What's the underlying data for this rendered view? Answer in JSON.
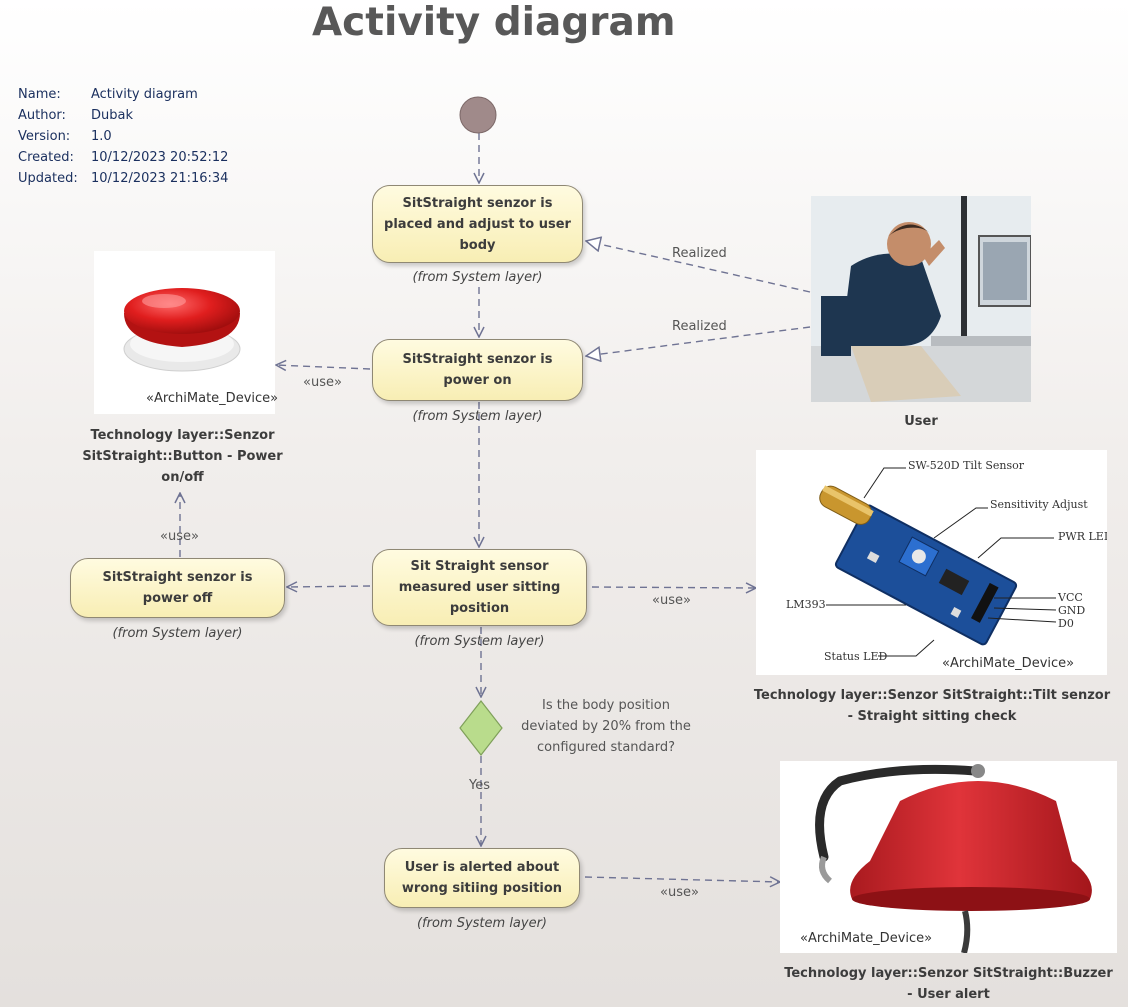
{
  "title": "Activity diagram",
  "meta": [
    {
      "key": "Name:",
      "value": "Activity diagram"
    },
    {
      "key": "Author:",
      "value": "Dubak"
    },
    {
      "key": "Version:",
      "value": "1.0"
    },
    {
      "key": "Created:",
      "value": "10/12/2023 20:52:12"
    },
    {
      "key": "Updated:",
      "value": "10/12/2023 21:16:34"
    }
  ],
  "activities": {
    "placed": "SitStraight senzor is placed and adjust to user body",
    "power_on": "SitStraight senzor is power on",
    "measured": "Sit Straight sensor measured user sitting position",
    "power_off": "SitStraight senzor is power off",
    "alerted": "User is alerted about wrong sitiing position"
  },
  "from_label": "(from System layer)",
  "relations": {
    "realized": "Realized",
    "use": "«use»",
    "yes": "Yes"
  },
  "decision_question": "Is the body position deviated by 20% from the configured standard?",
  "stereotype": "«ArchiMate_Device»",
  "actor_label": "User",
  "devices": {
    "button": "Technology layer::Senzor SitStraight::Button - Power on/off",
    "tilt": "Technology layer::Senzor SitStraight::Tilt senzor - Straight sitting check",
    "buzzer": "Technology layer::Senzor SitStraight::Buzzer - User alert"
  },
  "tilt_callouts": {
    "sensor": "SW-520D Tilt Sensor",
    "sensitivity": "Sensitivity Adjust",
    "pwr": "PWR LED",
    "lm": "LM393",
    "vcc": "VCC",
    "gnd": "GND",
    "d0": "D0",
    "status": "Status LED"
  },
  "colors": {
    "activity_fill": "#f8eeb4",
    "activity_border": "#8f8874",
    "connector": "#6f7393",
    "initial_node": "#a08a8a",
    "decision": "#b9dc8c",
    "button_red": "#e01e1e",
    "buzzer_red": "#d8232a",
    "board_blue": "#1c4f9a"
  }
}
